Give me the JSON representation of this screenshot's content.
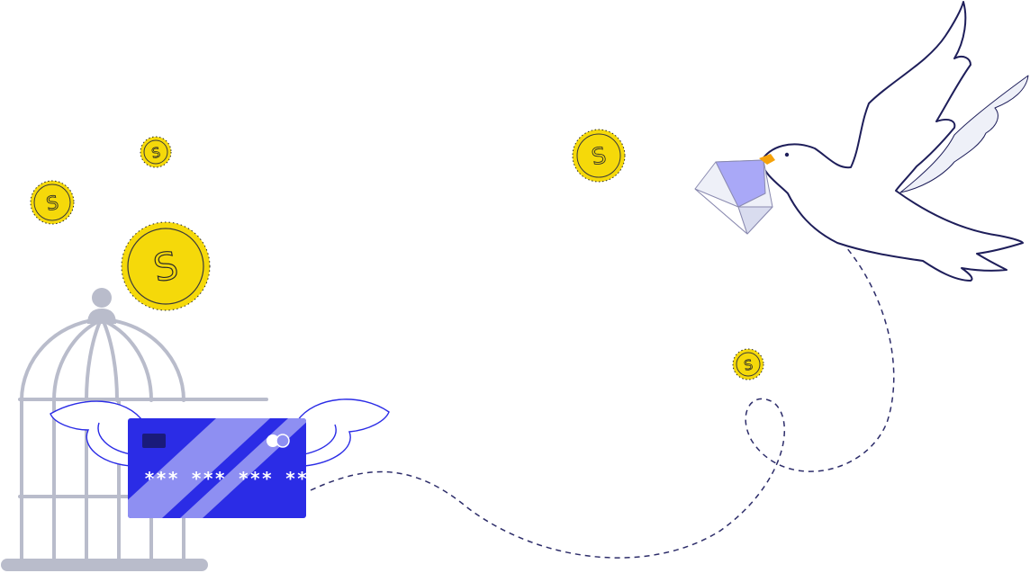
{
  "illustration": {
    "theme": "credit card escaping a bird cage, carrier pigeon delivering an envelope",
    "colors": {
      "background": "#ffffff",
      "cage": "#b9bccb",
      "card_primary": "#2b2ce6",
      "card_stripe": "#8e8ff2",
      "card_chip": "#1a1b7a",
      "wing_outline": "#2b2ce6",
      "coin_fill": "#f5d90a",
      "coin_outline": "#3a3a3a",
      "dove_outline": "#1e1e5a",
      "dove_wing_fill": "#eef0f8",
      "envelope_fill": "#a9a8f7",
      "envelope_light": "#eef0f8",
      "beak": "#f5a20a",
      "flight_path": "#2d2d6a"
    }
  },
  "card": {
    "number_masked": "*** *** *** ***",
    "chip_icon": "card-chip-icon",
    "brand_icon": "card-brand-circles-icon"
  },
  "coins": [
    {
      "icon": "dollar-coin-icon",
      "glyph": "S"
    },
    {
      "icon": "dollar-coin-icon",
      "glyph": "S"
    },
    {
      "icon": "dollar-coin-icon",
      "glyph": "S"
    },
    {
      "icon": "dollar-coin-icon",
      "glyph": "S"
    },
    {
      "icon": "dollar-coin-icon",
      "glyph": "S"
    }
  ],
  "icons": {
    "cage": "bird-cage-icon",
    "dove": "dove-icon",
    "envelope": "envelope-icon",
    "wings": "wings-icon",
    "path": "dashed-flight-path"
  }
}
